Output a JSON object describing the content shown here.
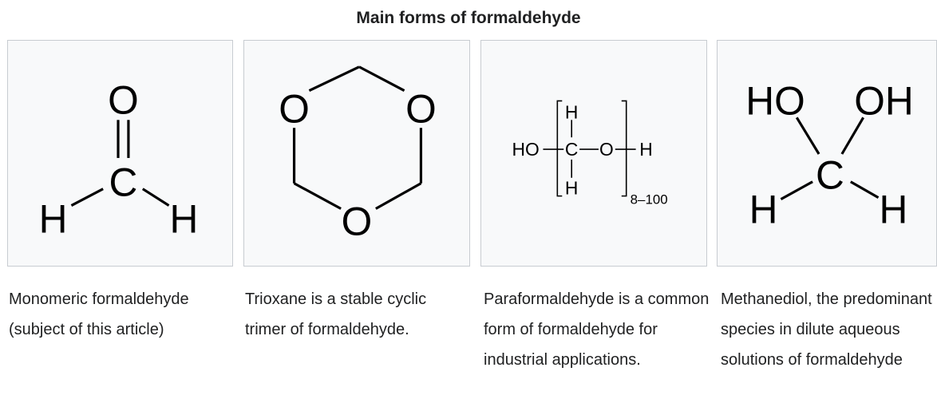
{
  "gallery": {
    "title": "Main forms of formaldehyde",
    "items": [
      {
        "name": "monomeric-formaldehyde",
        "caption": "Monomeric formaldehyde (subject of this article)",
        "atoms": {
          "top": "O",
          "center": "C",
          "left": "H",
          "right": "H"
        }
      },
      {
        "name": "trioxane",
        "caption": "Trioxane is a stable cyclic trimer of formaldehyde.",
        "atoms": {
          "upper_left": "O",
          "upper_right": "O",
          "bottom": "O"
        }
      },
      {
        "name": "paraformaldehyde",
        "caption": "Paraformaldehyde is a common form of formaldehyde for industrial applications.",
        "atoms": {
          "left_group": "HO",
          "carbon": "C",
          "top": "H",
          "bottom": "H",
          "oxygen": "O",
          "end": "H"
        },
        "repeat": "8–100"
      },
      {
        "name": "methanediol",
        "caption": "Methanediol, the predominant species in dilute aqueous solutions of formaldehyde",
        "atoms": {
          "upper_left": "HO",
          "upper_right": "OH",
          "center": "C",
          "lower_left": "H",
          "lower_right": "H"
        }
      }
    ]
  }
}
